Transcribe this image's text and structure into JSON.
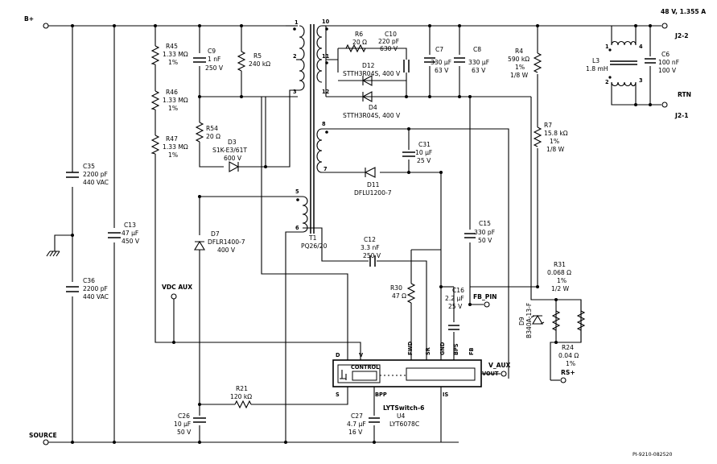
{
  "nets": {
    "b_plus": "B+",
    "source": "SOURCE",
    "vdc_aux": "VDC AUX",
    "fb_pin": "FB_PIN",
    "v_aux": "V_AUX",
    "rs_plus": "RS+",
    "out_pos": "48 V, 1.355 A",
    "j2_2": "J2-2",
    "rtn": "RTN",
    "j2_1": "J2-1"
  },
  "components": {
    "R45": {
      "ref": "R45",
      "value": "1.33 MΩ",
      "tol": "1%"
    },
    "R46": {
      "ref": "R46",
      "value": "1.33 MΩ",
      "tol": "1%"
    },
    "R47": {
      "ref": "R47",
      "value": "1.33 MΩ",
      "tol": "1%"
    },
    "C9": {
      "ref": "C9",
      "value": "1 nF",
      "volt": "250 V"
    },
    "R5": {
      "ref": "R5",
      "value": "240 kΩ"
    },
    "R54": {
      "ref": "R54",
      "value": "20 Ω"
    },
    "D3": {
      "ref": "D3",
      "part": "S1K-E3/61T",
      "volt": "600 V"
    },
    "C35": {
      "ref": "C35",
      "value": "2200 pF",
      "volt": "440 VAC"
    },
    "C36": {
      "ref": "C36",
      "value": "2200 pF",
      "volt": "440 VAC"
    },
    "C13": {
      "ref": "C13",
      "value": "47 µF",
      "volt": "450 V"
    },
    "D7": {
      "ref": "D7",
      "part": "DFLR1400-7",
      "volt": "400 V"
    },
    "T1": {
      "ref": "T1",
      "part": "PQ26/20"
    },
    "R6": {
      "ref": "R6",
      "value": "20 Ω"
    },
    "C10": {
      "ref": "C10",
      "value": "220 pF",
      "volt": "630 V"
    },
    "D12": {
      "ref": "D12",
      "part": "STTH3R04S, 400 V"
    },
    "D4": {
      "ref": "D4",
      "part": "STTH3R04S, 400 V"
    },
    "C7": {
      "ref": "C7",
      "value": "330 µF",
      "volt": "63 V"
    },
    "C8": {
      "ref": "C8",
      "value": "330 µF",
      "volt": "63 V"
    },
    "R4": {
      "ref": "R4",
      "value": "590 kΩ",
      "tol": "1%",
      "power": "1/8 W"
    },
    "L3": {
      "ref": "L3",
      "value": "1.8 mH"
    },
    "C6": {
      "ref": "C6",
      "value": "100 nF",
      "volt": "100 V"
    },
    "R7": {
      "ref": "R7",
      "value": "15.8 kΩ",
      "tol": "1%",
      "power": "1/8 W"
    },
    "C31": {
      "ref": "C31",
      "value": "10 µF",
      "volt": "25 V"
    },
    "D11": {
      "ref": "D11",
      "part": "DFLU1200-7"
    },
    "C12": {
      "ref": "C12",
      "value": "3.3 nF",
      "volt": "250 V"
    },
    "C15": {
      "ref": "C15",
      "value": "330 pF",
      "volt": "50 V"
    },
    "R30": {
      "ref": "R30",
      "value": "47 Ω"
    },
    "C16": {
      "ref": "C16",
      "value": "2.2 µF",
      "volt": "25 V"
    },
    "R31": {
      "ref": "R31",
      "value": "0.068 Ω",
      "tol": "1%",
      "power": "1/2 W"
    },
    "D9": {
      "ref": "D9",
      "part": "B340A-13-F"
    },
    "R24": {
      "ref": "R24",
      "value": "0.04 Ω",
      "tol": "1%"
    },
    "R21": {
      "ref": "R21",
      "value": "120 kΩ"
    },
    "C26": {
      "ref": "C26",
      "value": "10 µF",
      "volt": "50 V"
    },
    "C27": {
      "ref": "C27",
      "value": "4.7 µF",
      "volt": "16 V"
    },
    "U4": {
      "ref": "U4",
      "family": "LYTSwitch-6",
      "part": "LYT6078C",
      "block": "CONTROL"
    }
  },
  "pins": {
    "D": "D",
    "V": "V",
    "S": "S",
    "BPP": "BPP",
    "IS": "IS",
    "VOUT": "VOUT",
    "FWD": "FWD",
    "SR": "SR",
    "GND": "GND",
    "BPS": "BPS",
    "FB": "FB"
  },
  "winding_pins": {
    "t1_1": "1",
    "t1_2": "2",
    "t1_3": "3",
    "t1_10": "10",
    "t1_11": "11",
    "t1_12": "12",
    "t1_8": "8",
    "t1_7": "7",
    "t1_5": "5",
    "t1_6": "6",
    "l3_1": "1",
    "l3_2": "2",
    "l3_3": "3",
    "l3_4": "4"
  },
  "footer": {
    "drawing_id": "PI-9210-082520"
  }
}
